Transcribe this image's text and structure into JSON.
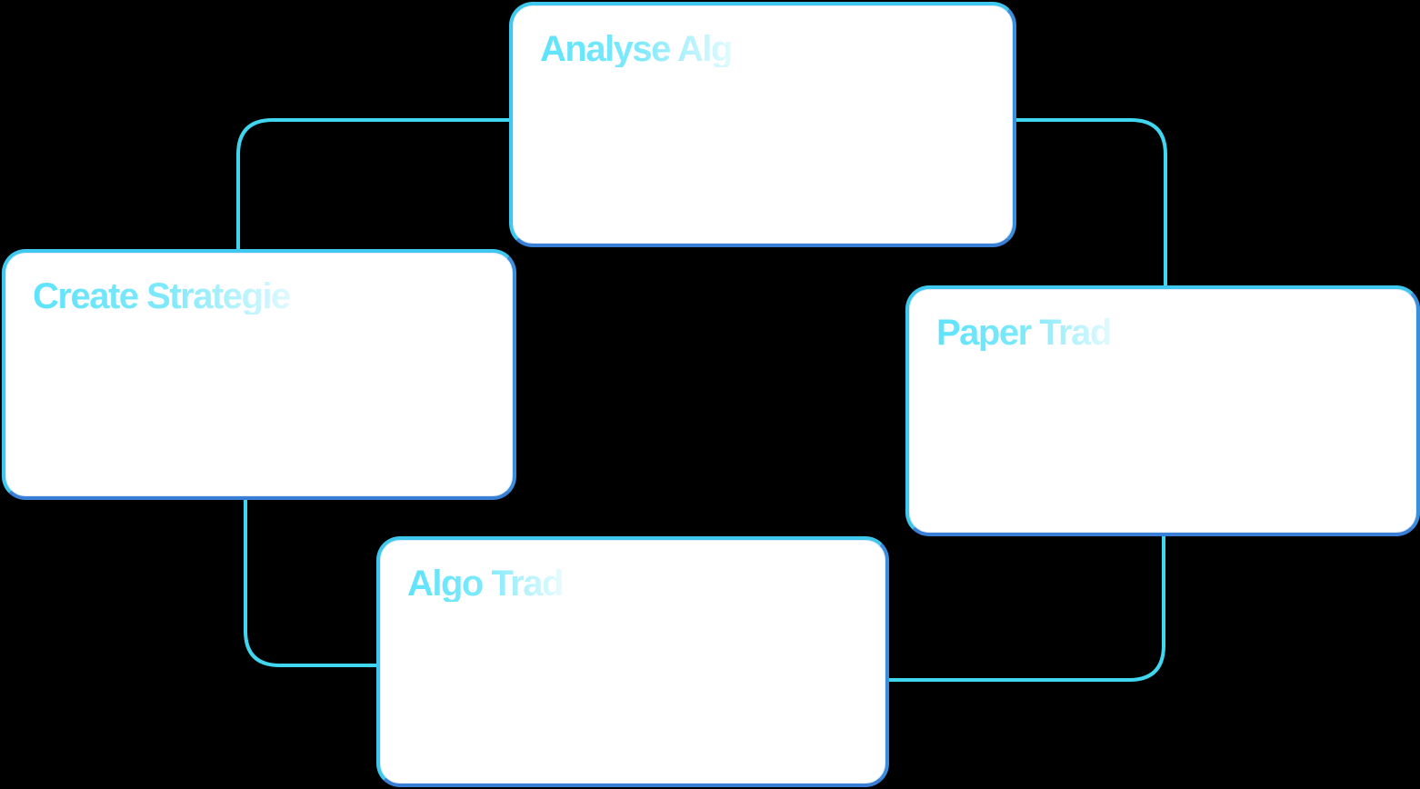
{
  "diagram": {
    "cards": [
      {
        "id": "analyse",
        "title": "Analyse Alg"
      },
      {
        "id": "create",
        "title": "Create Strategie"
      },
      {
        "id": "paper",
        "title": "Paper Trad"
      },
      {
        "id": "algo",
        "title": "Algo Trad"
      }
    ],
    "colors": {
      "background": "#000000",
      "card_fill": "#ffffff",
      "border_cyan": "#3fc8ee",
      "border_blue": "#3a7fd6",
      "title_gradient_start": "#5ee3fb",
      "connector": "#40d6f0"
    }
  }
}
